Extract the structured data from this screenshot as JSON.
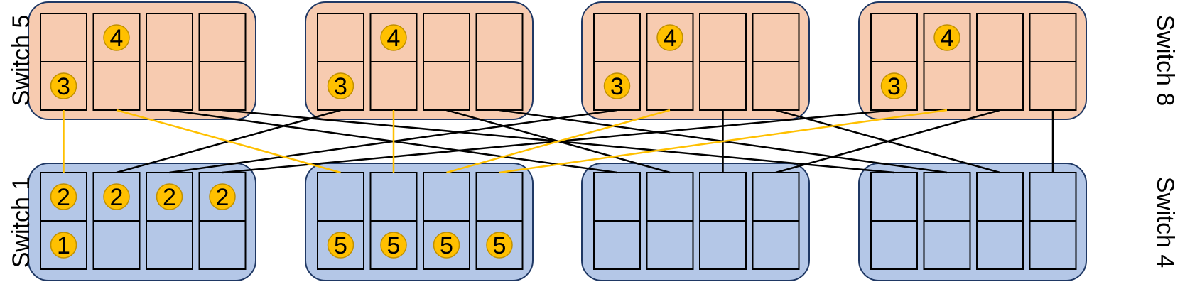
{
  "labels": {
    "left_top": "Switch 5",
    "left_bottom": "Switch 1",
    "right_top": "Switch 8",
    "right_bottom": "Switch 4"
  },
  "colors": {
    "top_fill": "#f7cbb0",
    "bottom_fill": "#b4c7e7",
    "box_border": "#1f3864",
    "port_border": "#000000",
    "highlight_line": "#ffc000",
    "normal_line": "#000000",
    "badge_fill": "#ffc000",
    "badge_border": "#c09000"
  },
  "badges": [
    {
      "row": "top",
      "group": 0,
      "col": 1,
      "level": "upper",
      "text": "4"
    },
    {
      "row": "top",
      "group": 0,
      "col": 0,
      "level": "lower",
      "text": "3"
    },
    {
      "row": "top",
      "group": 1,
      "col": 1,
      "level": "upper",
      "text": "4"
    },
    {
      "row": "top",
      "group": 1,
      "col": 0,
      "level": "lower",
      "text": "3"
    },
    {
      "row": "top",
      "group": 2,
      "col": 1,
      "level": "upper",
      "text": "4"
    },
    {
      "row": "top",
      "group": 2,
      "col": 0,
      "level": "lower",
      "text": "3"
    },
    {
      "row": "top",
      "group": 3,
      "col": 1,
      "level": "upper",
      "text": "4"
    },
    {
      "row": "top",
      "group": 3,
      "col": 0,
      "level": "lower",
      "text": "3"
    },
    {
      "row": "bottom",
      "group": 0,
      "col": 0,
      "level": "upper",
      "text": "2"
    },
    {
      "row": "bottom",
      "group": 0,
      "col": 1,
      "level": "upper",
      "text": "2"
    },
    {
      "row": "bottom",
      "group": 0,
      "col": 2,
      "level": "upper",
      "text": "2"
    },
    {
      "row": "bottom",
      "group": 0,
      "col": 3,
      "level": "upper",
      "text": "2"
    },
    {
      "row": "bottom",
      "group": 0,
      "col": 0,
      "level": "lower",
      "text": "1"
    },
    {
      "row": "bottom",
      "group": 1,
      "col": 0,
      "level": "lower",
      "text": "5"
    },
    {
      "row": "bottom",
      "group": 1,
      "col": 1,
      "level": "lower",
      "text": "5"
    },
    {
      "row": "bottom",
      "group": 1,
      "col": 2,
      "level": "lower",
      "text": "5"
    },
    {
      "row": "bottom",
      "group": 1,
      "col": 3,
      "level": "lower",
      "text": "5"
    }
  ],
  "links": [
    {
      "top": [
        0,
        0
      ],
      "bottom": [
        0,
        0
      ],
      "highlight": true
    },
    {
      "top": [
        0,
        1
      ],
      "bottom": [
        1,
        0
      ],
      "highlight": true
    },
    {
      "top": [
        1,
        1
      ],
      "bottom": [
        1,
        1
      ],
      "highlight": true
    },
    {
      "top": [
        2,
        1
      ],
      "bottom": [
        1,
        2
      ],
      "highlight": true
    },
    {
      "top": [
        3,
        1
      ],
      "bottom": [
        1,
        3
      ],
      "highlight": true
    },
    {
      "top": [
        1,
        0
      ],
      "bottom": [
        0,
        1
      ],
      "highlight": false
    },
    {
      "top": [
        2,
        0
      ],
      "bottom": [
        0,
        2
      ],
      "highlight": false
    },
    {
      "top": [
        3,
        0
      ],
      "bottom": [
        0,
        3
      ],
      "highlight": false
    },
    {
      "top": [
        0,
        2
      ],
      "bottom": [
        2,
        0
      ],
      "highlight": false
    },
    {
      "top": [
        0,
        3
      ],
      "bottom": [
        3,
        0
      ],
      "highlight": false
    },
    {
      "top": [
        1,
        2
      ],
      "bottom": [
        2,
        1
      ],
      "highlight": false
    },
    {
      "top": [
        1,
        3
      ],
      "bottom": [
        3,
        1
      ],
      "highlight": false
    },
    {
      "top": [
        2,
        2
      ],
      "bottom": [
        2,
        2
      ],
      "highlight": false
    },
    {
      "top": [
        2,
        3
      ],
      "bottom": [
        3,
        2
      ],
      "highlight": false
    },
    {
      "top": [
        3,
        2
      ],
      "bottom": [
        2,
        3
      ],
      "highlight": false
    },
    {
      "top": [
        3,
        3
      ],
      "bottom": [
        3,
        3
      ],
      "highlight": false
    }
  ]
}
